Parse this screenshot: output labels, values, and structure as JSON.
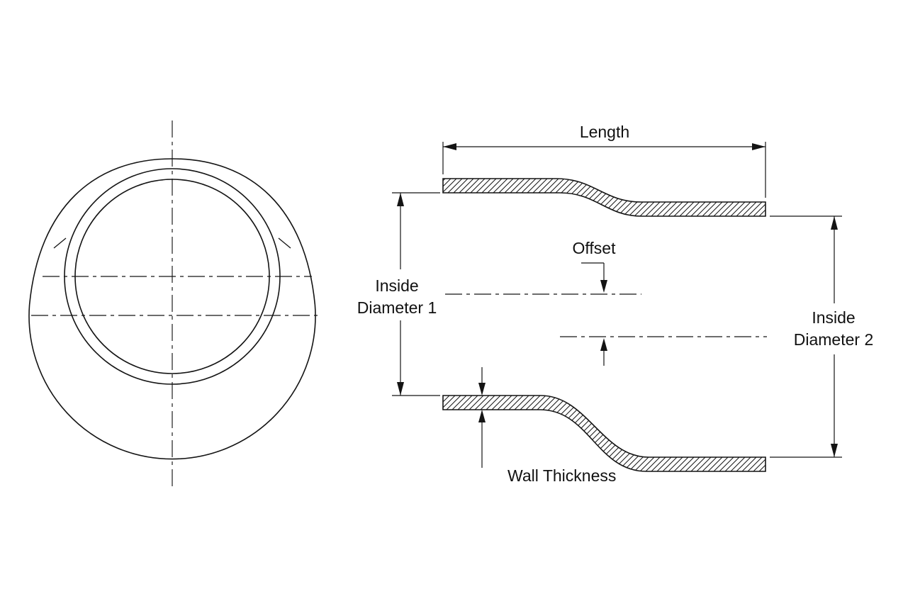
{
  "labels": {
    "length": "Length",
    "offset": "Offset",
    "inside_diameter_1_line1": "Inside",
    "inside_diameter_1_line2": "Diameter 1",
    "inside_diameter_2_line1": "Inside",
    "inside_diameter_2_line2": "Diameter 2",
    "wall_thickness": "Wall Thickness"
  },
  "colors": {
    "line": "#141414",
    "background": "#ffffff"
  }
}
